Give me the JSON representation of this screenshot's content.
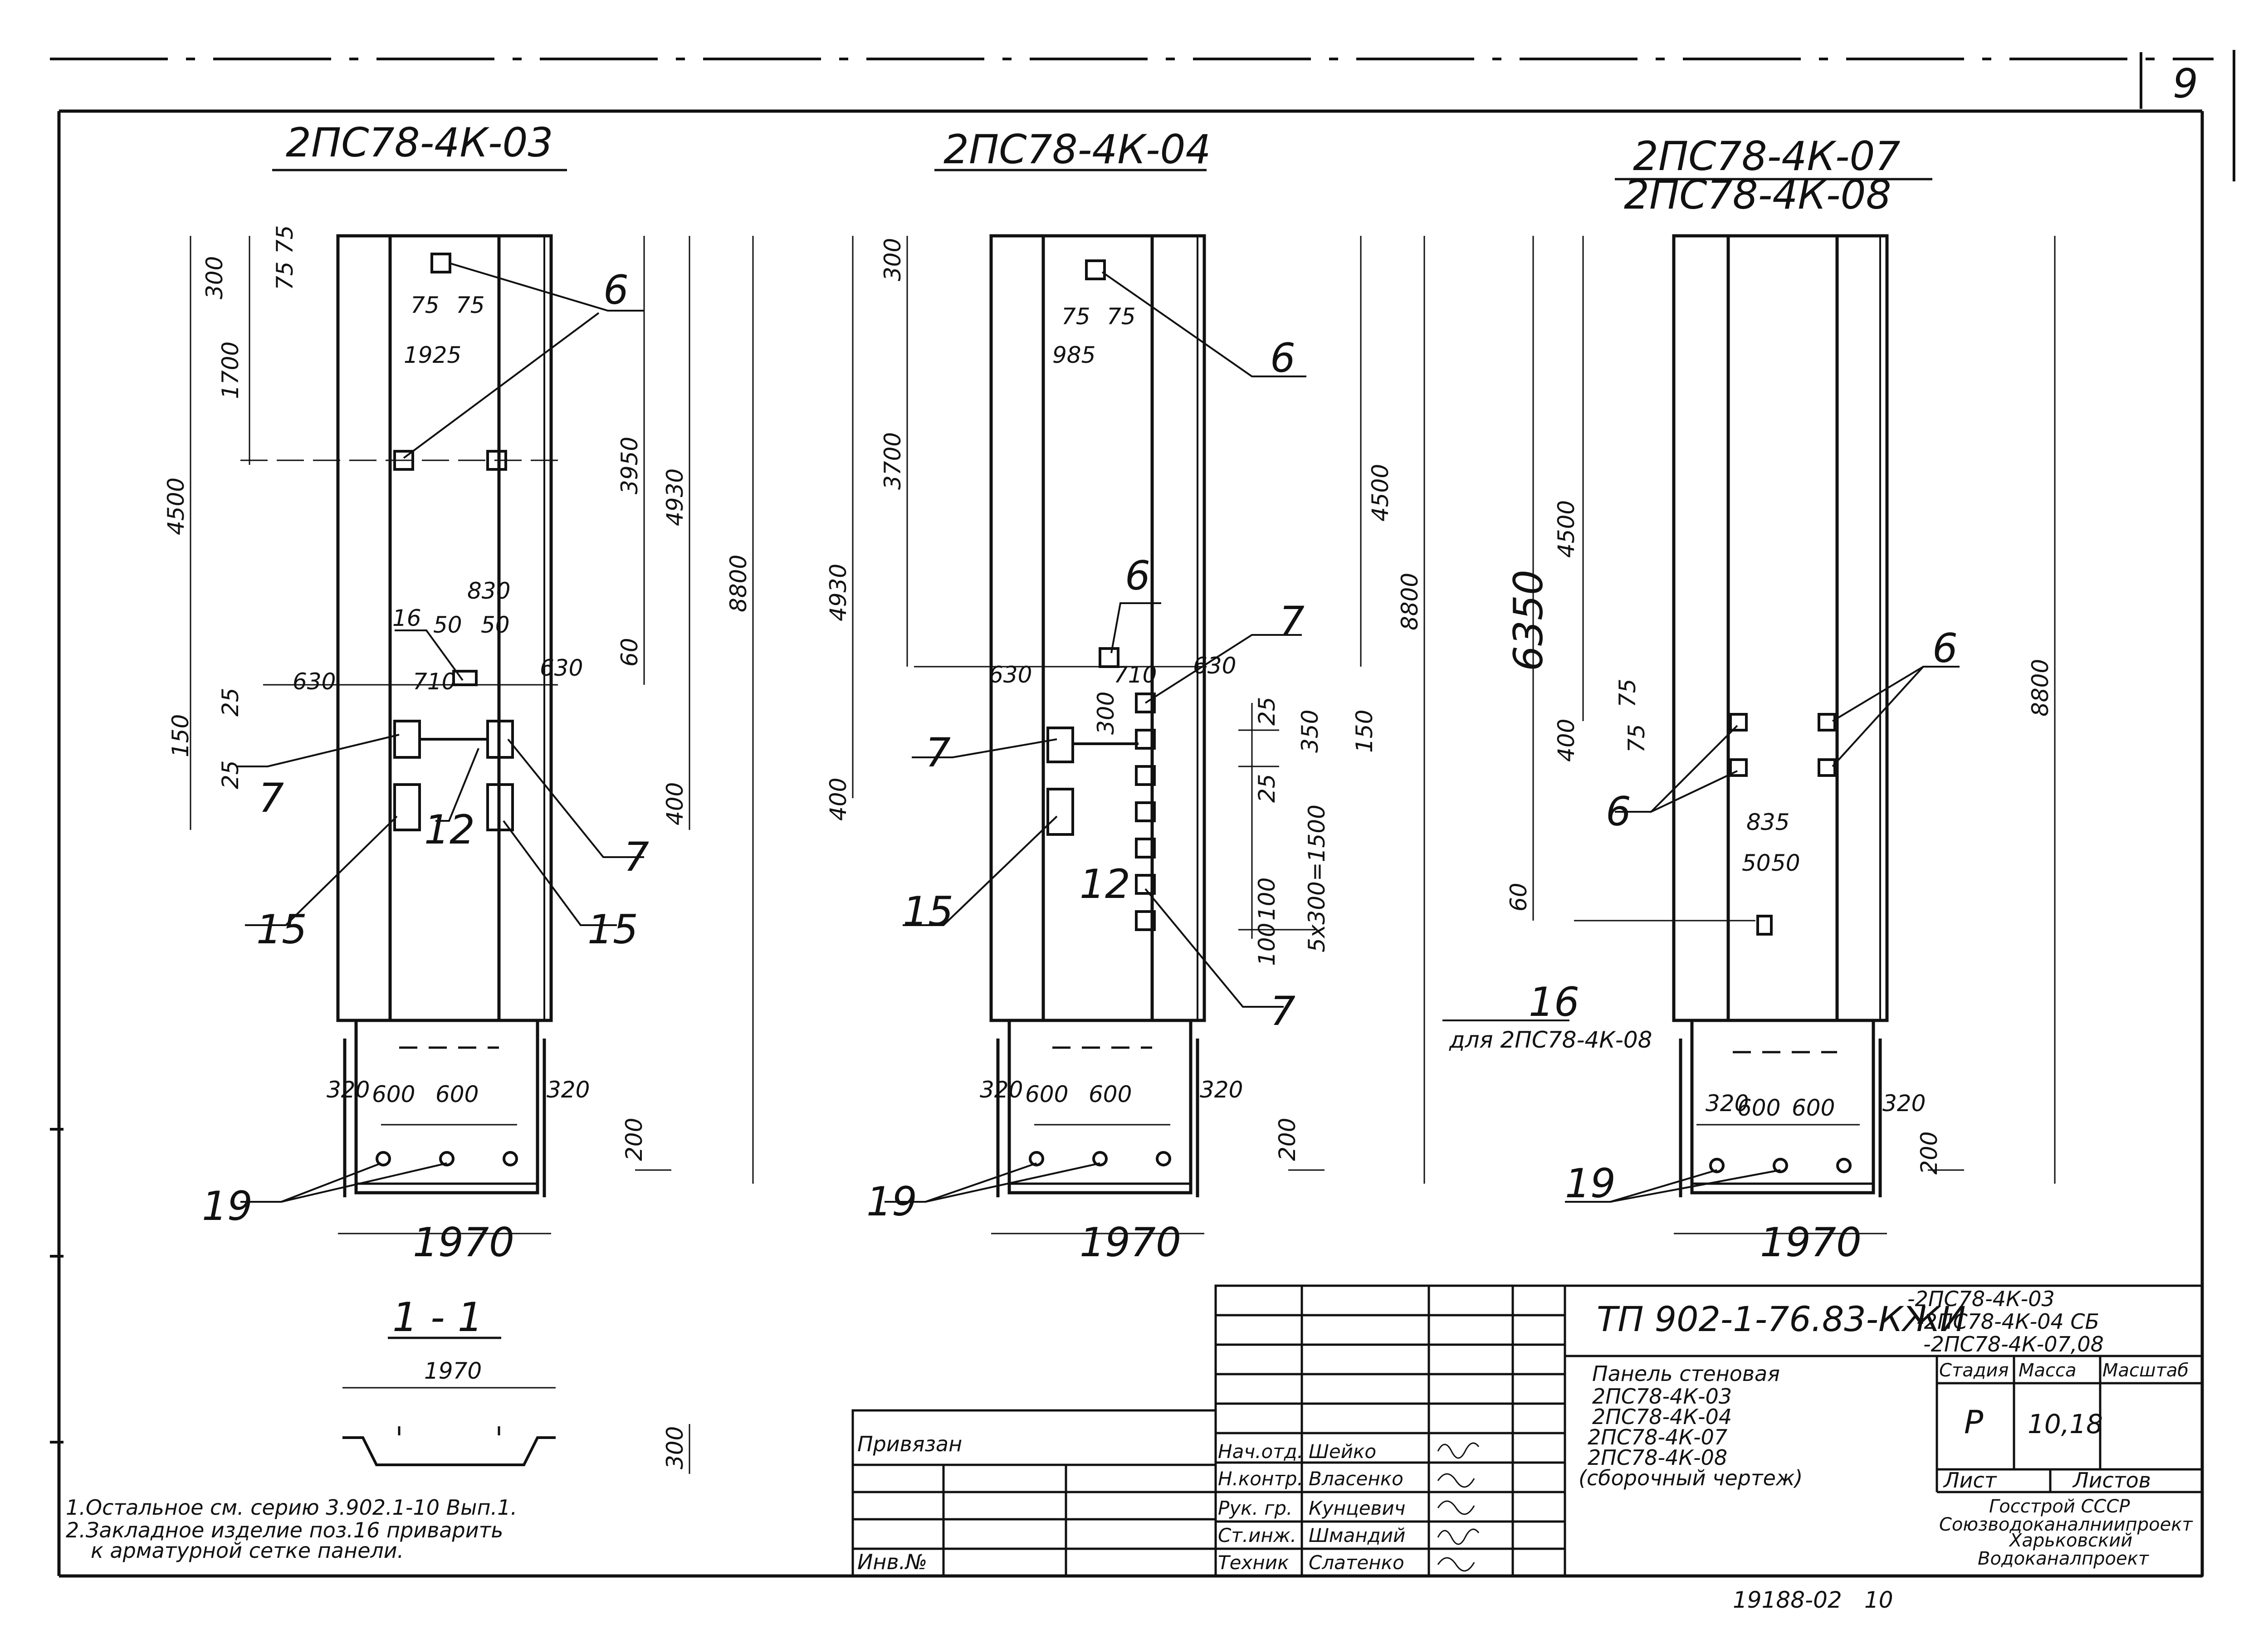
{
  "page_number": "9",
  "views": [
    {
      "title": "2ПС78-4К-03"
    },
    {
      "title": "2ПС78-4К-04"
    },
    {
      "title": "2ПС78-4К-07",
      "title2": "2ПС78-4К-08"
    }
  ],
  "view1_dims": {
    "d300": "300",
    "d75a": "75",
    "d75b": "75",
    "d75c": "75",
    "d75d": "75",
    "d1925": "1925",
    "d1700": "1700",
    "d4500": "4500",
    "d3950": "3950",
    "d4930": "4930",
    "d8800": "8800",
    "d830": "830",
    "d50a": "50",
    "d50b": "50",
    "d60": "60",
    "d630a": "630",
    "d710": "710",
    "d630b": "630",
    "d150": "150",
    "d25a": "25",
    "d25b": "25",
    "d400": "400",
    "d320a": "320",
    "d600a": "600",
    "d600b": "600",
    "d320b": "320",
    "d200": "200",
    "d1970": "1970"
  },
  "view2_dims": {
    "d300": "300",
    "d75a": "75",
    "d75b": "75",
    "d985": "985",
    "d3700": "3700",
    "d4930": "4930",
    "d4500": "4500",
    "d8800": "8800",
    "d630a": "630",
    "d710": "710",
    "d630b": "630",
    "d300b": "300",
    "d25a": "25",
    "d350": "350",
    "d150": "150",
    "d25b": "25",
    "d5x300": "5x300=1500",
    "d100a": "100",
    "d100b": "100",
    "d400": "400",
    "d320a": "320",
    "d600a": "600",
    "d600b": "600",
    "d320b": "320",
    "d200": "200",
    "d1970": "1970"
  },
  "view3_dims": {
    "d4500": "4500",
    "d6350": "6350",
    "d8800": "8800",
    "d400": "400",
    "d75a": "75",
    "d75b": "75",
    "d835": "835",
    "d50a": "50",
    "d50b": "50",
    "d60": "60",
    "d320a": "320",
    "d600a": "600",
    "d600b": "600",
    "d320b": "320",
    "d200": "200",
    "d1970": "1970"
  },
  "callouts": {
    "v1": [
      "6",
      "16",
      "7",
      "12",
      "7",
      "15",
      "15",
      "19"
    ],
    "v2": [
      "6",
      "6",
      "7",
      "7",
      "15",
      "12",
      "7",
      "19"
    ],
    "v3": [
      "6",
      "6",
      "16",
      "19"
    ],
    "v3_note": "для 2ПС78-4К-08"
  },
  "section": {
    "title": "1 - 1",
    "width": "1970",
    "height": "300"
  },
  "notes": [
    "1.Остальное см. серию 3.902.1-10 Вып.1.",
    "2.Закладное изделие поз.16 приварить",
    "к арматурной сетке панели."
  ],
  "title_block": {
    "code": "ТП 902-1-76.83-КЖИ",
    "code_suffix": [
      "-2ПС78-4К-03",
      "-2ПС78-4К-04 СБ",
      "-2ПС78-4К-07,08"
    ],
    "desc": [
      "Панель стеновая",
      "2ПС78-4К-03",
      "2ПС78-4К-04",
      "2ПС78-4К-07",
      "2ПС78-4К-08",
      "(сборочный чертеж)"
    ],
    "col_stage": "Стадия",
    "col_mass": "Масса",
    "col_scale": "Масштаб",
    "stage": "Р",
    "mass": "10,18",
    "sheet": "Лист",
    "sheets": "Листов",
    "org": [
      "Госстрой СССР",
      "Союзводоканалниипроект",
      "Харьковский",
      "Водоканалпроект"
    ],
    "roles": [
      {
        "role": "Нач.отд.",
        "name": "Шейко"
      },
      {
        "role": "Н.контр.",
        "name": "Власенко"
      },
      {
        "role": "Рук. гр.",
        "name": "Кунцевич"
      },
      {
        "role": "Ст.инж.",
        "name": "Шмандий"
      },
      {
        "role": "Техник",
        "name": "Слатенко"
      }
    ],
    "privyazan": "Привязан",
    "inv": "Инв.№"
  },
  "footer": {
    "code": "19188-02",
    "num": "10"
  }
}
